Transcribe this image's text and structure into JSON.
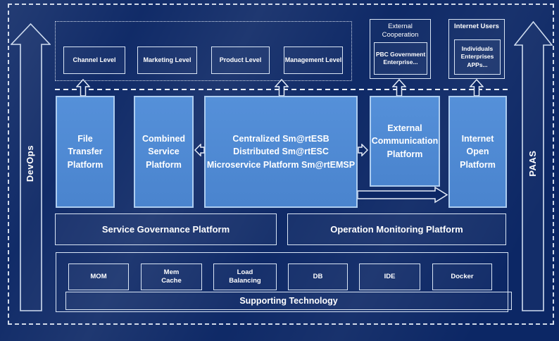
{
  "colors": {
    "background": "#0c2765",
    "platform_blue": "#4d87d2",
    "platform_border": "#aecdf0",
    "outline_box_border": "#d9e5f5",
    "line_white": "#e9eff9",
    "text": "#ffffff"
  },
  "sidebars": {
    "devops_label": "DevOps",
    "paas_label": "PAAS"
  },
  "consumer_layer": {
    "levels": [
      {
        "label": "Channel Level"
      },
      {
        "label": "Marketing Level"
      },
      {
        "label": "Product Level"
      },
      {
        "label": "Management Level"
      }
    ],
    "external_cooperation": {
      "title": "External\nCooperation",
      "members": "PBC Government\nEnterprise..."
    },
    "internet_users": {
      "title": "Internet Users",
      "members": "Individuals\nEnterprises\nAPPs..."
    }
  },
  "platform_layer": {
    "file_transfer": "File\nTransfer\nPlatform",
    "combined_service": "Combined\nService\nPlatform",
    "central_bus": "Centralized Sm@rtESB\nDistributed Sm@rtESC\nMicroservice Platform Sm@rtEMSP",
    "external_communication": "External\nCommunication\nPlatform",
    "internet_open": "Internet\nOpen\nPlatform"
  },
  "management_layer": {
    "service_governance": "Service Governance Platform",
    "operation_monitoring": "Operation Monitoring Platform"
  },
  "technology_layer": {
    "items": [
      {
        "label": "MOM"
      },
      {
        "label": "Mem\nCache"
      },
      {
        "label": "Load\nBalancing"
      },
      {
        "label": "DB"
      },
      {
        "label": "IDE"
      },
      {
        "label": "Docker"
      }
    ],
    "caption": "Supporting Technology"
  },
  "icons": {
    "devops_arrow": "arrow-up-outline",
    "paas_arrow": "arrow-up-outline",
    "flow_up": "arrow-up-outline",
    "flow_left": "arrow-left-outline",
    "flow_right": "arrow-right-outline",
    "flow_long_right": "arrow-right-long-outline"
  }
}
